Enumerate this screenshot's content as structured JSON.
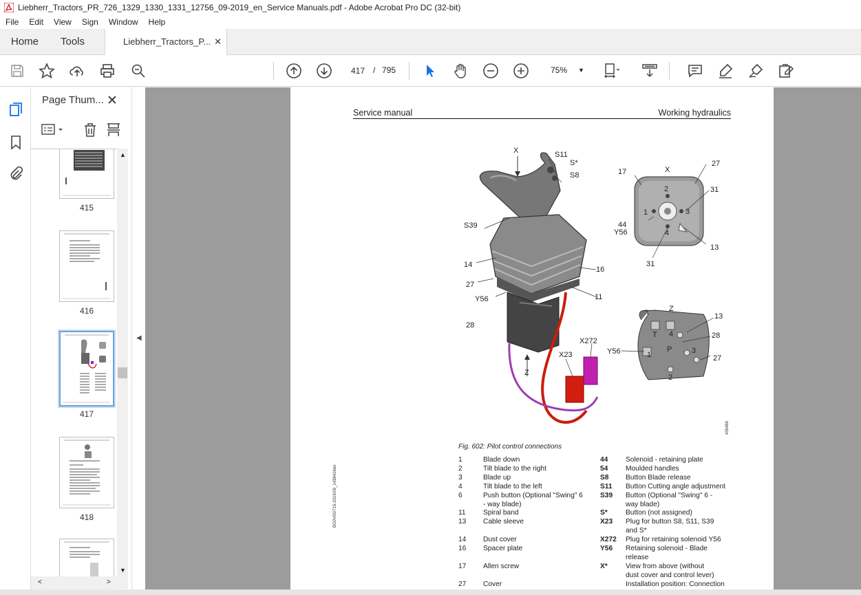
{
  "window": {
    "title": "Liebherr_Tractors_PR_726_1329_1330_1331_12756_09-2019_en_Service Manuals.pdf - Adobe Acrobat Pro DC (32-bit)"
  },
  "menu": [
    "File",
    "Edit",
    "View",
    "Sign",
    "Window",
    "Help"
  ],
  "tabs": {
    "home": "Home",
    "tools": "Tools",
    "doc": "Liebherr_Tractors_P...",
    "close": "✕"
  },
  "toolbar": {
    "page_current": "417",
    "page_sep": "/",
    "page_total": "795",
    "zoom": "75%",
    "zoom_arrow": "▼"
  },
  "sidebar": {
    "title": "Page Thum...",
    "close": "✕",
    "thumbnails": [
      {
        "label": "415"
      },
      {
        "label": "416"
      },
      {
        "label": "417"
      },
      {
        "label": "418"
      }
    ]
  },
  "page": {
    "header_left": "Service manual",
    "header_right": "Working hydraulics",
    "caption": "Fig. 602: Pilot control connections",
    "fig_id": "435469",
    "side_code": "BG0V00/715-2019/09_1438416en",
    "callouts": {
      "x": "X",
      "s11": "S11",
      "s_star": "S*",
      "s8": "S8",
      "s39": "S39",
      "c14": "14",
      "c27": "27",
      "y56": "Y56",
      "c28": "28",
      "c16": "16",
      "c11": "11",
      "x272": "X272",
      "x23": "X23",
      "z": "Z",
      "ra17": "17",
      "raX": "X",
      "ra27": "27",
      "ra31a": "31",
      "ra2": "2",
      "ra1": "1",
      "ra3": "3",
      "ra4": "4",
      "ra44": "44",
      "raY56": "Y56",
      "ra13": "13",
      "ra31b": "31",
      "rbZ": "Z",
      "rb13": "13",
      "rbT": "T",
      "rb4": "4",
      "rb28": "28",
      "rbY56": "Y56",
      "rb1": "1",
      "rbP": "P",
      "rb3": "3",
      "rb27": "27",
      "rb2": "2"
    },
    "legend_left": [
      {
        "num": "1",
        "text": "Blade down"
      },
      {
        "num": "2",
        "text": "Tilt blade to the right"
      },
      {
        "num": "3",
        "text": "Blade up"
      },
      {
        "num": "4",
        "text": "Tilt blade to the left"
      },
      {
        "num": "6",
        "text": "Push button (Optional \"Swing\" 6"
      },
      {
        "num": "",
        "text": "- way blade)"
      },
      {
        "num": "11",
        "text": "Spiral band"
      },
      {
        "num": "13",
        "text": "Cable sleeve"
      },
      {
        "num": "",
        "text": ""
      },
      {
        "num": "14",
        "text": "Dust cover"
      },
      {
        "num": "16",
        "text": "Spacer plate"
      },
      {
        "num": "",
        "text": ""
      },
      {
        "num": "17",
        "text": "Allen screw"
      },
      {
        "num": "",
        "text": ""
      },
      {
        "num": "27",
        "text": "Cover"
      }
    ],
    "legend_right": [
      {
        "num": "44",
        "text": "Solenoid - retaining plate"
      },
      {
        "num": "54",
        "text": "Moulded handles"
      },
      {
        "num": "S8",
        "text": "Button Blade release"
      },
      {
        "num": "S11",
        "text": "Button Cutting angle adjustment"
      },
      {
        "num": "S39",
        "text": "Button (Optional \"Swing\" 6 -"
      },
      {
        "num": "",
        "text": "way blade)"
      },
      {
        "num": "S*",
        "text": "Button (not assigned)"
      },
      {
        "num": "X23",
        "text": "Plug for button S8, S11, S39"
      },
      {
        "num": "",
        "text": "and S*"
      },
      {
        "num": "X272",
        "text": "Plug for retaining solenoid Y56"
      },
      {
        "num": "Y56",
        "text": "Retaining solenoid - Blade"
      },
      {
        "num": "",
        "text": "release"
      },
      {
        "num": "X*",
        "text": "View from above (without"
      },
      {
        "num": "",
        "text": "dust cover and control lever)"
      },
      {
        "num": "",
        "text": "Installation position: Connection"
      }
    ]
  }
}
